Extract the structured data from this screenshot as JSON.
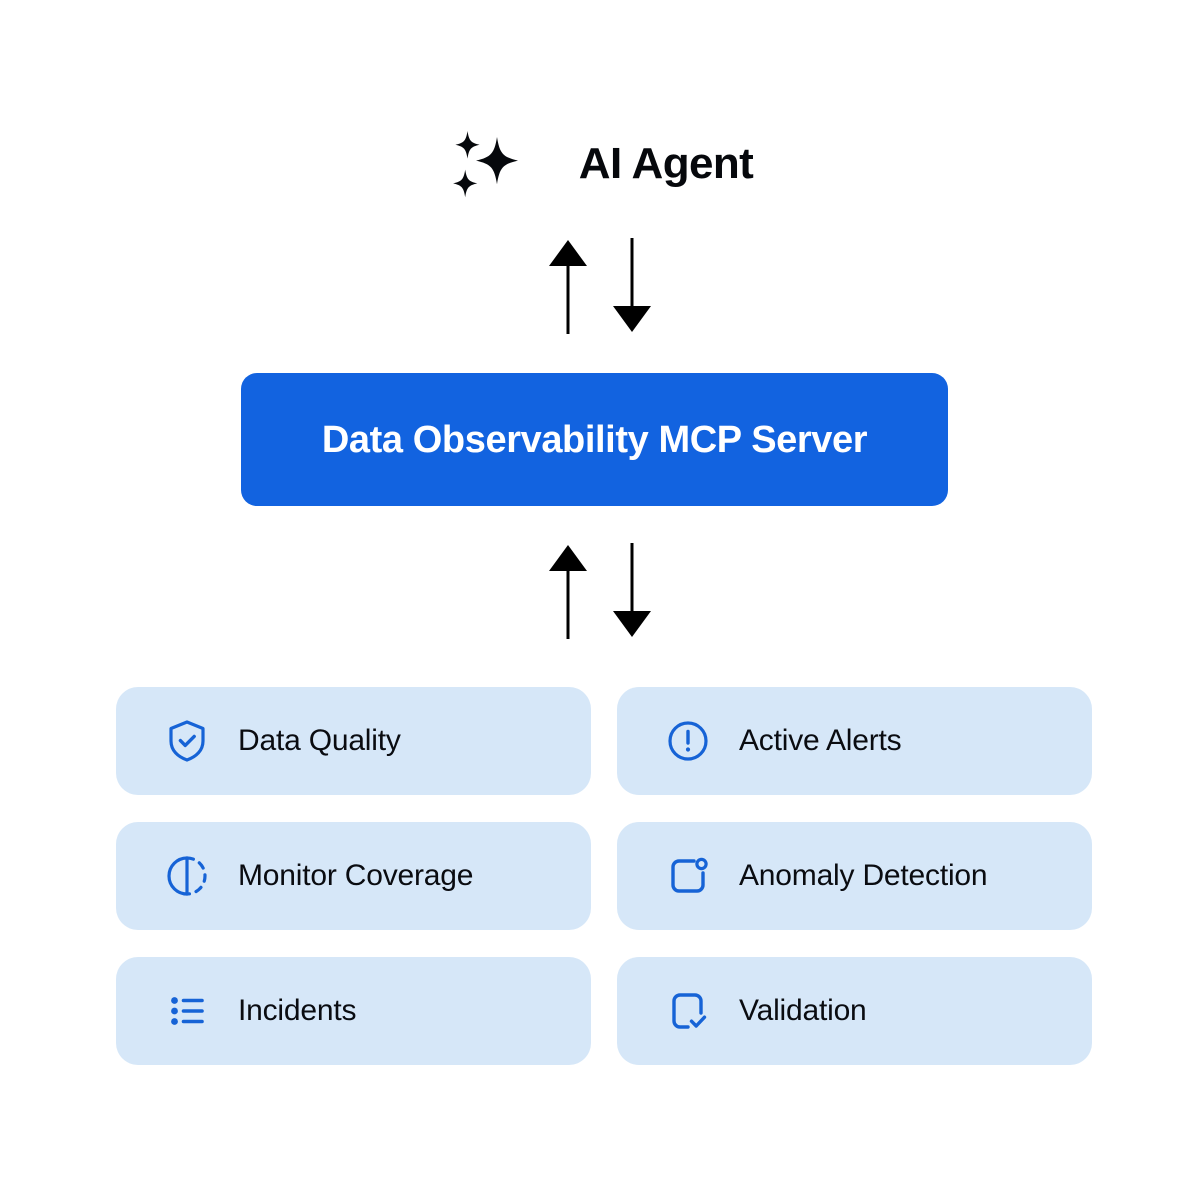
{
  "colors": {
    "background": "#ffffff",
    "server_box": "#1263e0",
    "server_text": "#ffffff",
    "card_background": "#d6e7f8",
    "card_icon": "#1663d6",
    "card_text": "#0a0c11",
    "agent_text": "#06080c",
    "arrow": "#000000"
  },
  "agent": {
    "icon": "sparkles-icon",
    "label": "AI Agent"
  },
  "connector_top": {
    "up_arrow": "arrow-up-icon",
    "down_arrow": "arrow-down-icon"
  },
  "connector_bottom": {
    "up_arrow": "arrow-up-icon",
    "down_arrow": "arrow-down-icon"
  },
  "server": {
    "label": "Data Observability MCP Server"
  },
  "capabilities": [
    {
      "label": "Data Quality",
      "icon": "shield-check-icon"
    },
    {
      "label": "Active Alerts",
      "icon": "alert-circle-icon"
    },
    {
      "label": "Monitor Coverage",
      "icon": "coverage-circle-icon"
    },
    {
      "label": "Anomaly Detection",
      "icon": "anomaly-square-dot-icon"
    },
    {
      "label": "Incidents",
      "icon": "bullet-list-icon"
    },
    {
      "label": "Validation",
      "icon": "document-check-icon"
    }
  ]
}
